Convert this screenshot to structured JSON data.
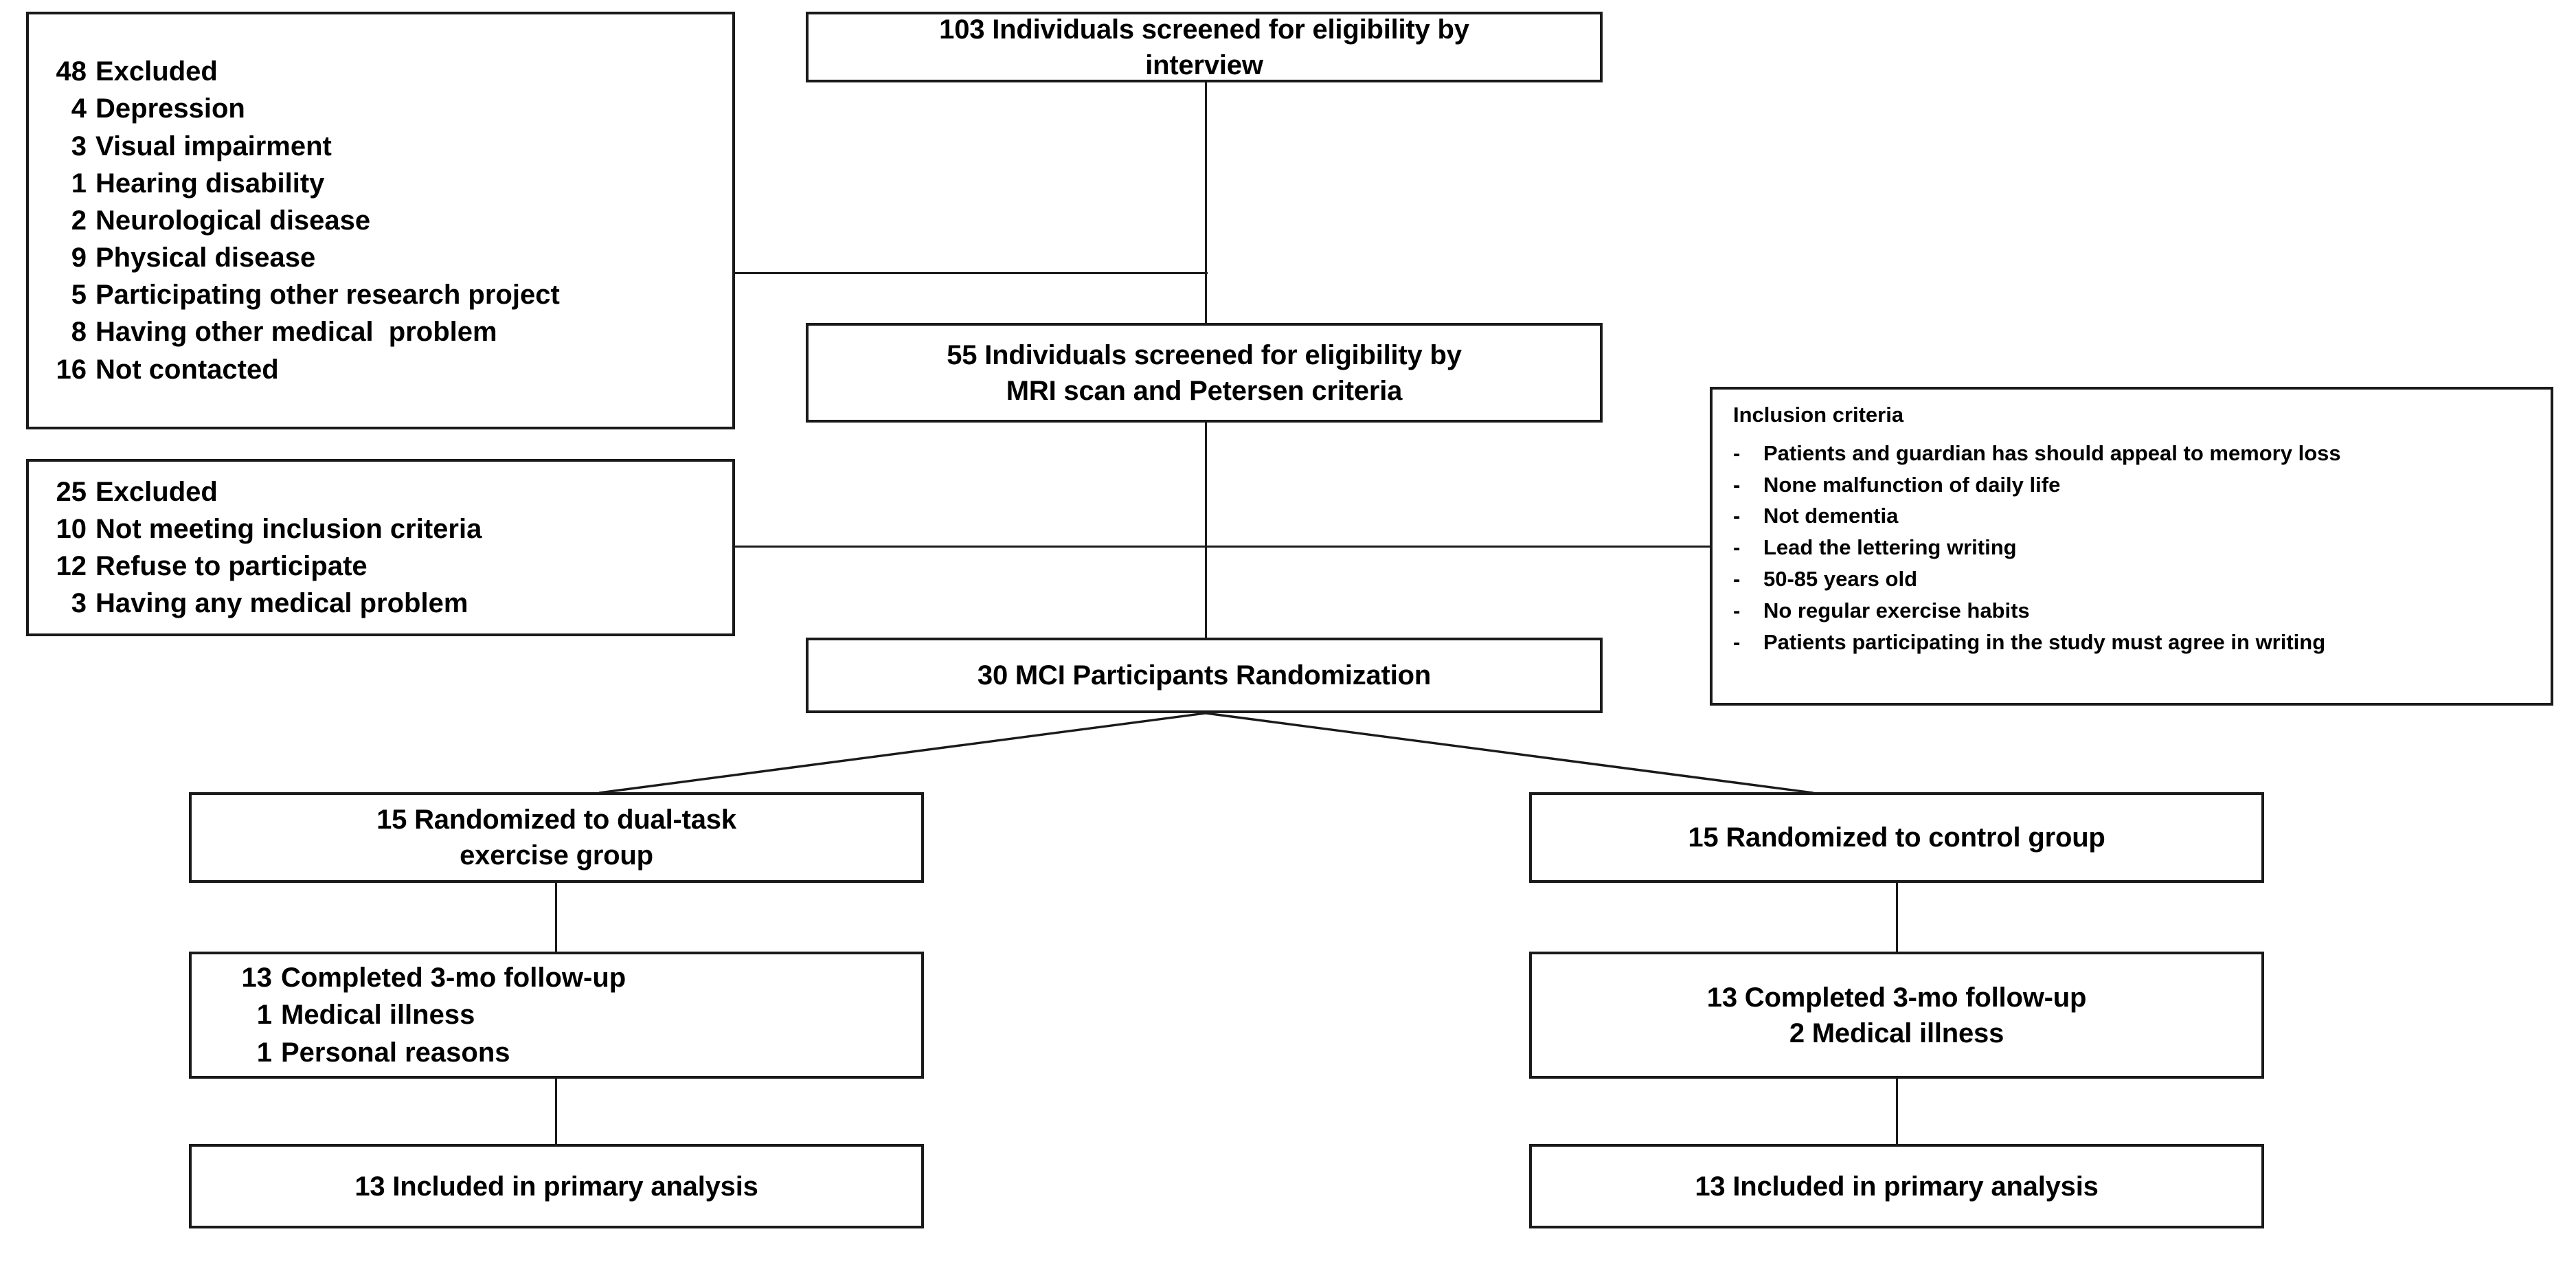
{
  "diagram": {
    "title": "CONSORT participant flow diagram",
    "line_color": "#1a1a1a",
    "background_color": "#ffffff"
  },
  "excluded_box_1": {
    "heading_num": "48",
    "heading_label": "Excluded",
    "rows": [
      {
        "num": "4",
        "label": "Depression"
      },
      {
        "num": "3",
        "label": "Visual impairment"
      },
      {
        "num": "1",
        "label": "Hearing disability"
      },
      {
        "num": "2",
        "label": "Neurological disease"
      },
      {
        "num": "9",
        "label": "Physical disease"
      },
      {
        "num": "5",
        "label": "Participating other research project"
      },
      {
        "num": "8",
        "label": "Having other medical  problem"
      },
      {
        "num": "16",
        "label": "Not contacted"
      }
    ]
  },
  "excluded_box_2": {
    "heading_num": "25",
    "heading_label": "Excluded",
    "rows": [
      {
        "num": "10",
        "label": "Not meeting inclusion criteria"
      },
      {
        "num": "12",
        "label": "Refuse to participate"
      },
      {
        "num": "3",
        "label": "Having any medical problem"
      }
    ]
  },
  "screened_interview": {
    "line1": "103 Individuals screened for eligibility by",
    "line2": "interview"
  },
  "screened_mri": {
    "line1": "55 Individuals screened for eligibility by",
    "line2": "MRI scan and Petersen criteria"
  },
  "randomization": {
    "line1": "30 MCI Participants Randomization"
  },
  "inclusion_criteria": {
    "title": "Inclusion criteria",
    "bullet": "-",
    "items": [
      "Patients and guardian has should appeal to memory loss",
      "None malfunction of daily life",
      "Not dementia",
      "Lead the lettering writing",
      "50-85 years old",
      "No regular exercise habits",
      "Patients participating in the study must agree in writing"
    ]
  },
  "arm_left": {
    "alloc_line1": "15 Randomized to dual-task",
    "alloc_line2": "exercise group",
    "followup": [
      {
        "num": "13",
        "label": "Completed 3-mo follow-up"
      },
      {
        "num": "1",
        "label": "Medical illness"
      },
      {
        "num": "1",
        "label": "Personal reasons"
      }
    ],
    "analysis_line1": "13 Included in primary analysis"
  },
  "arm_right": {
    "alloc_line1": "15 Randomized to control group",
    "followup_line1": "13 Completed 3-mo follow-up",
    "followup_line2": "2 Medical illness",
    "analysis_line1": "13 Included in primary analysis"
  }
}
